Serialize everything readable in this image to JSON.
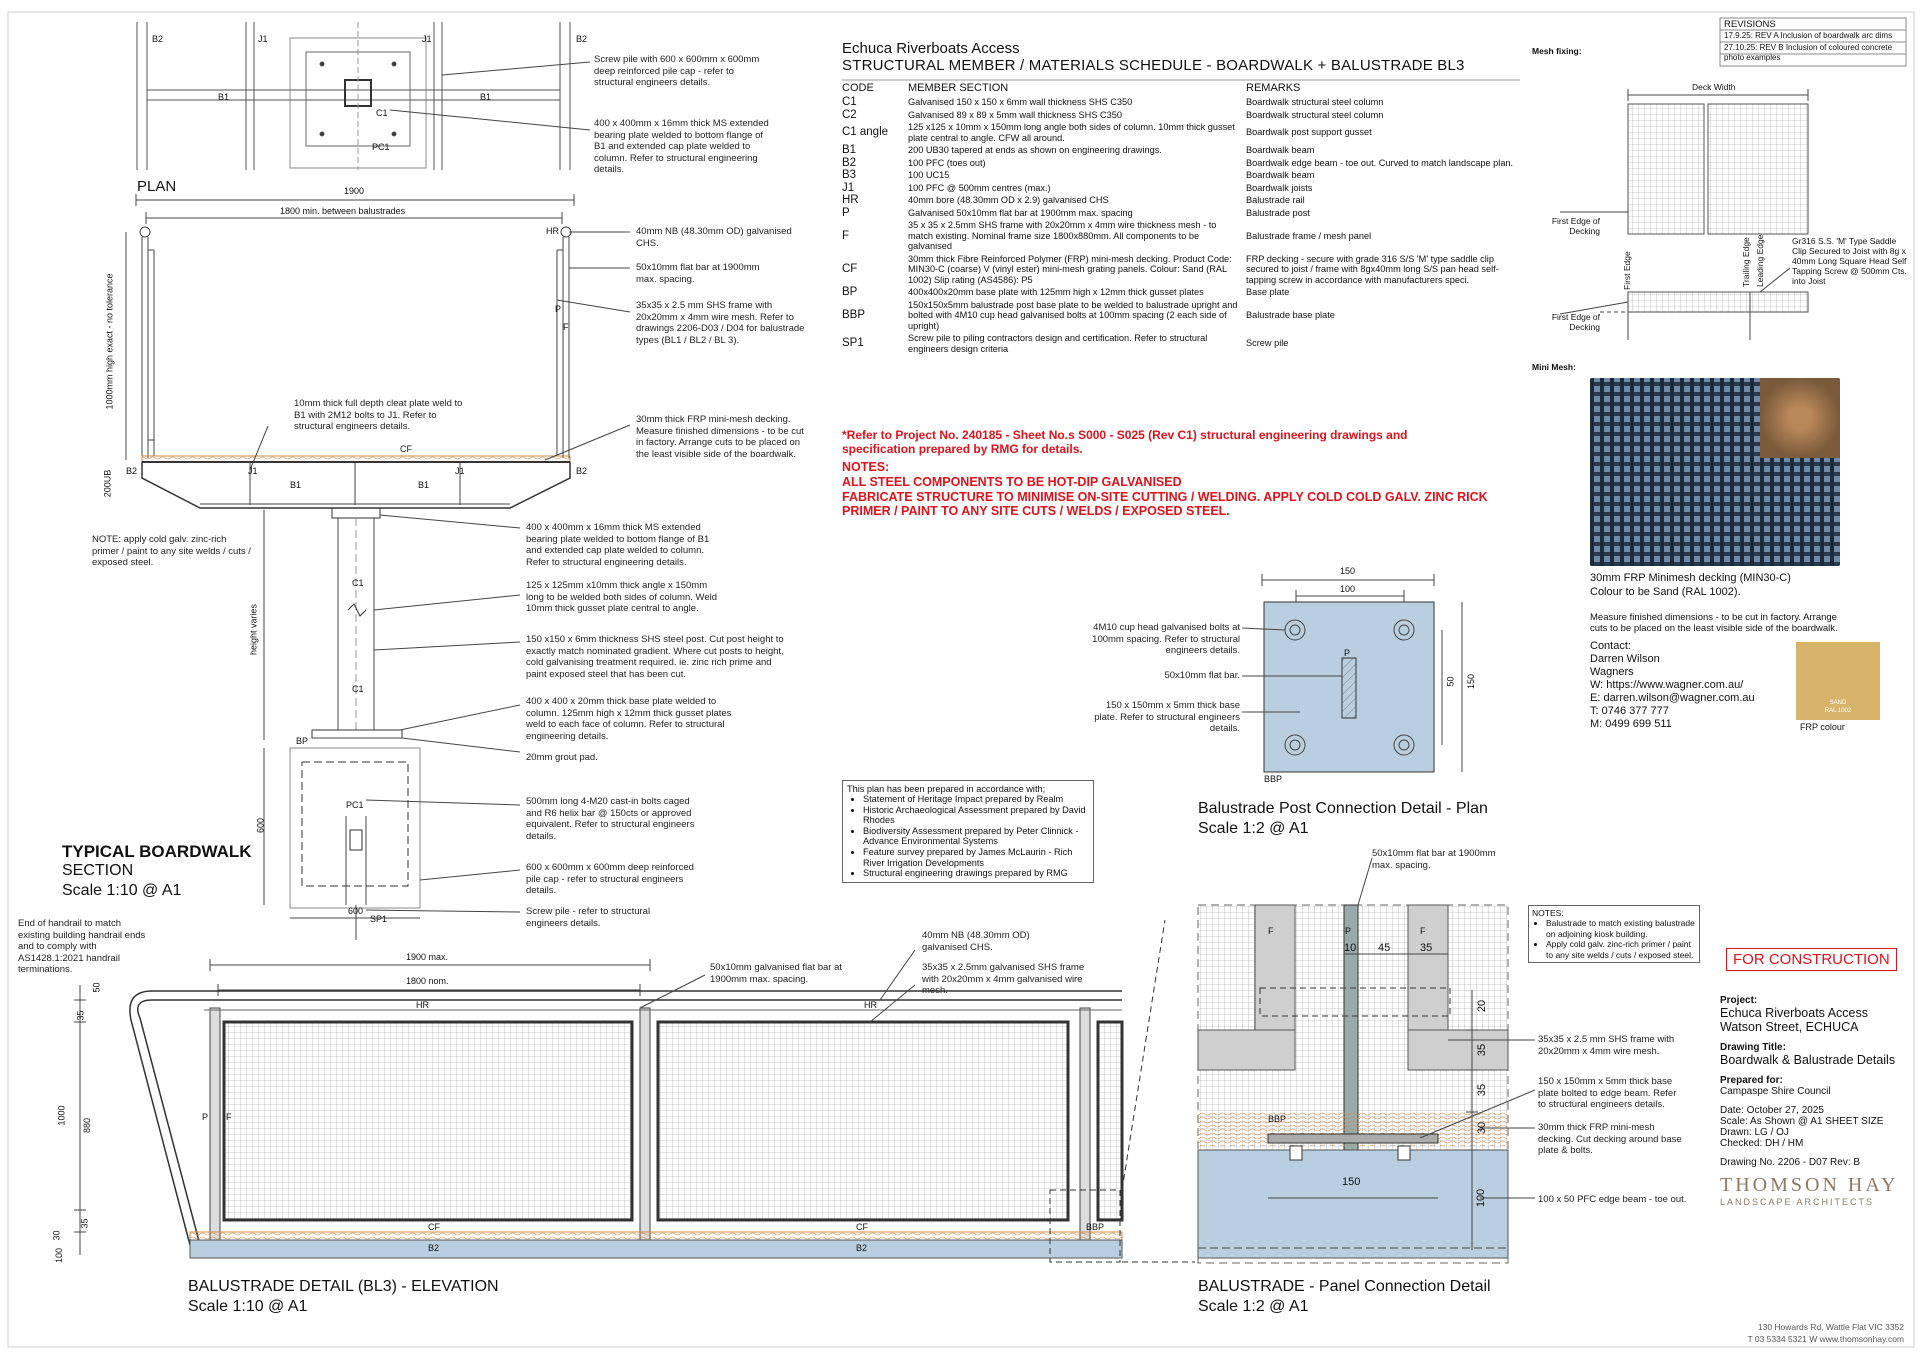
{
  "schedule": {
    "title_line1": "Echuca Riverboats Access",
    "title_line2": "STRUCTURAL MEMBER / MATERIALS SCHEDULE - BOARDWALK + BALUSTRADE BL3",
    "headers": [
      "CODE",
      "MEMBER SECTION",
      "REMARKS"
    ],
    "rows": [
      {
        "code": "C1",
        "section": "Galvanised 150 x 150 x 6mm wall thickness SHS C350",
        "remarks": "Boardwalk structural steel column"
      },
      {
        "code": "C2",
        "section": "Galvanised 89 x 89 x 5mm wall thickness SHS C350",
        "remarks": "Boardwalk structural steel column"
      },
      {
        "code": "C1 angle",
        "section": "125 x125 x 10mm x 150mm long angle both sides of column. 10mm thick gusset plate central to angle. CFW all around.",
        "remarks": "Boardwalk post support gusset"
      },
      {
        "code": "B1",
        "section": "200 UB30 tapered at ends as shown on engineering drawings.",
        "remarks": "Boardwalk beam"
      },
      {
        "code": "B2",
        "section": "100 PFC (toes out)",
        "remarks": "Boardwalk edge beam - toe out. Curved to match landscape plan."
      },
      {
        "code": "B3",
        "section": "100 UC15",
        "remarks": "Boardwalk beam"
      },
      {
        "code": "J1",
        "section": "100 PFC @ 500mm centres (max.)",
        "remarks": "Boardwalk joists"
      },
      {
        "code": "HR",
        "section": "40mm bore (48.30mm OD x 2.9) galvanised CHS",
        "remarks": "Balustrade rail"
      },
      {
        "code": "P",
        "section": "Galvanised 50x10mm flat bar at 1900mm max. spacing",
        "remarks": "Balustrade post"
      },
      {
        "code": "F",
        "section": "35 x 35 x 2.5mm SHS frame with 20x20mm x 4mm wire thickness mesh - to match existing. Nominal frame size 1800x880mm. All components to be galvanised",
        "remarks": "Balustrade frame / mesh panel"
      },
      {
        "code": "CF",
        "section": "30mm thick Fibre Reinforced Polymer (FRP) mini-mesh decking. Product Code: MIN30-C (coarse) V (vinyl ester) mini-mesh grating panels. Colour: Sand (RAL 1002) Slip rating (AS4586): P5",
        "remarks": "FRP decking - secure with grade 316 S/S 'M' type saddle clip secured to joist / frame with 8gx40mm long S/S pan head self-tapping screw in accordance with manufacturers speci."
      },
      {
        "code": "BP",
        "section": "400x400x20mm base plate with 125mm high x 12mm thick gusset plates",
        "remarks": "Base plate"
      },
      {
        "code": "BBP",
        "section": "150x150x5mm balustrade post base plate to be welded to balustrade upright and bolted with 4M10 cup head galvanised bolts at 100mm spacing (2 each side of upright)",
        "remarks": "Balustrade base plate"
      },
      {
        "code": "SP1",
        "section": "Screw pile to piling contractors design and certification. Refer to structural engineers design criteria",
        "remarks": "Screw pile"
      }
    ],
    "refer_note": "*Refer to Project No. 240185 - Sheet No.s S000 - S025 (Rev C1) structural engineering drawings and specification prepared by RMG for details.",
    "notes_title": "NOTES:",
    "notes_line1": "ALL STEEL COMPONENTS TO BE HOT-DIP GALVANISED",
    "notes_line2": "FABRICATE STRUCTURE TO MINIMISE ON-SITE CUTTING / WELDING. APPLY COLD COLD GALV. ZINC RICK PRIMER / PAINT TO ANY SITE CUTS / WELDS / EXPOSED STEEL."
  },
  "revisions": {
    "title": "REVISIONS",
    "items": [
      "17.9.25: REV A Inclusion of boardwalk arc dims",
      "27.10.25: REV B Inclusion of coloured concrete photo examples"
    ]
  },
  "mesh_fixing": {
    "title": "Mesh fixing:",
    "deck_width": "Deck Width",
    "first_edge": "First Edge of Decking",
    "first_edge_v": "First Edge",
    "trailing_edge": "Trailing Edge",
    "leading_edge": "Leading Edge",
    "clip_note": "Gr316 S.S. 'M' Type Saddle Clip Secured to Joist with 8g x 40mm Long Square Head Self Tapping Screw @ 500mm Cts. into Joist",
    "first_edge_2": "First Edge of Decking"
  },
  "mini_mesh": {
    "title": "Mini Mesh:",
    "caption1": "30mm FRP Minimesh decking (MIN30-C)",
    "caption2": "Colour to be Sand (RAL 1002).",
    "caption3": "Measure finished dimensions - to be cut in factory. Arrange cuts to be placed on the least visible side of the boardwalk."
  },
  "contact": {
    "title": "Contact:",
    "name": "Darren Wilson",
    "company": "Wagners",
    "web": "W: https://www.wagner.com.au/",
    "email": "E: darren.wilson@wagner.com.au",
    "tel": "T: 0746 377 777",
    "mob": "M: 0499 699 511",
    "swatch_l1": "SAND",
    "swatch_l2": "RAL 1002",
    "swatch_caption": "FRP colour",
    "swatch_color": "#d8b36a"
  },
  "plan": {
    "label": "PLAN",
    "b2": "B2",
    "j1": "J1",
    "b1": "B1",
    "c1": "C1",
    "pc1": "PC1",
    "note1": "Screw pile with 600 x 600mm x 600mm deep reinforced pile cap - refer to structural engineers details.",
    "note2": "400 x 400mm x 16mm thick MS extended bearing plate welded to bottom flange of B1 and extended cap plate welded to column. Refer to structural engineering details."
  },
  "section": {
    "title": "TYPICAL BOARDWALK",
    "sub1": "SECTION",
    "sub2": "Scale 1:10 @ A1",
    "dim_1900": "1900",
    "dim_1800": "1800 min. between balustrades",
    "dim_1000": "1000mm high exact - no tolerance",
    "dim_200ub": "200UB",
    "dim_height": "height varies",
    "dim_600": "600",
    "dim_600b": "600",
    "hr": "HR",
    "p": "P",
    "f": "F",
    "cf": "CF",
    "j1": "J1",
    "b1": "B1",
    "b2": "B2",
    "c1": "C1",
    "bp": "BP",
    "pc1": "PC1",
    "sp1": "SP1",
    "n1": "40mm NB (48.30mm OD) galvanised CHS.",
    "n2": "50x10mm flat bar at 1900mm max. spacing.",
    "n3": "35x35 x 2.5 mm SHS frame with 20x20mm x 4mm wire mesh. Refer to drawings 2206-D03 / D04 for balustrade types (BL1 / BL2 / BL 3).",
    "n4": "10mm thick full depth cleat plate weld to B1 with 2M12 bolts to J1. Refer to structural engineers details.",
    "n5": "30mm thick FRP mini-mesh decking. Measure finished dimensions - to be cut in factory. Arrange cuts to be placed on the least visible side of the boardwalk.",
    "n6": "400 x 400mm x 16mm thick MS extended bearing plate welded to bottom flange of B1 and extended cap plate welded to column. Refer to structural engineering details.",
    "n7": "125 x 125mm x10mm thick angle x 150mm long to be welded both sides of column. Weld 10mm thick gusset plate central to angle.",
    "n8": "150 x150 x 6mm thickness SHS steel post. Cut post height to exactly match nominated gradient. Where cut posts to height, cold galvanising treatment required. ie. zinc rich prime and paint exposed steel that has been cut.",
    "n9": "400 x 400 x 20mm thick base plate welded to column. 125mm high x 12mm thick gusset plates weld to each face of column. Refer to structural engineering details.",
    "n10": "20mm grout pad.",
    "n11": "500mm long 4-M20 cast-in bolts caged and R6 helix bar @ 150cts or approved equivalent. Refer to structural engineers details.",
    "n12": "600 x 600mm x 600mm deep reinforced pile cap - refer to structural engineers details.",
    "n13": "Screw pile - refer to structural engineers details.",
    "note_left": "NOTE: apply cold galv. zinc-rich primer / paint to any site welds / cuts / exposed steel."
  },
  "compliance": {
    "intro": "This plan has been prepared in accordance with;",
    "items": [
      "Statement of Heritage Impact prepared by Realm",
      "Historic Archaeological Assessment prepared by David Rhodes",
      "Biodiversity Assessment prepared by Peter Clinnick - Advance Environmental Systems",
      "Feature survey prepared by James McLaurin - Rich River Irrigation Developments",
      "Structural engineering drawings prepared by RMG"
    ]
  },
  "post_plan": {
    "title": "Balustrade Post Connection Detail - Plan",
    "scale": "Scale 1:2 @ A1",
    "d150": "150",
    "d100": "100",
    "d50": "50",
    "d150v": "150",
    "p": "P",
    "bbp": "BBP",
    "n1": "4M10 cup head galvanised bolts at 100mm spacing. Refer to structural engineers details.",
    "n2": "50x10mm flat bar.",
    "n3": "150 x 150mm x 5mm thick base plate. Refer to structural engineers details."
  },
  "elevation": {
    "title": "BALUSTRADE DETAIL (BL3) - ELEVATION",
    "scale": "Scale 1:10 @ A1",
    "dim_1900": "1900 max.",
    "dim_1800": "1800 nom.",
    "v50": "50",
    "v35": "35",
    "v1000": "1000",
    "v880": "880",
    "v35b": "35",
    "v30": "30",
    "v100": "100",
    "hr": "HR",
    "hr2": "HR",
    "p": "P",
    "f": "F",
    "cf": "CF",
    "b2": "B2",
    "bbp": "BBP",
    "n_left": "End of handrail to match existing building handrail ends and to comply with AS1428.1:2021 handrail terminations.",
    "n1": "50x10mm galvanised flat bar at 1900mm max. spacing.",
    "n2": "40mm NB (48.30mm OD) galvanised CHS.",
    "n3": "35x35 x 2.5mm galvanised SHS frame with 20x20mm x 4mm galvanised wire mesh."
  },
  "panel": {
    "title": "BALUSTRADE - Panel Connection Detail",
    "scale": "Scale 1:2 @ A1",
    "f": "F",
    "p": "P",
    "bbp": "BBP",
    "d10": "10",
    "d45": "45",
    "d35": "35",
    "d150": "150",
    "v20": "20",
    "v35": "35",
    "v35b": "35",
    "v30": "30",
    "v100": "100",
    "n_top": "50x10mm flat bar at 1900mm max. spacing.",
    "n1": "35x35 x 2.5 mm SHS frame with 20x20mm x 4mm wire mesh.",
    "n2": "150 x 150mm x 5mm thick base plate bolted to edge beam. Refer to structural engineers details.",
    "n3": "30mm thick FRP mini-mesh decking. Cut decking around base plate & bolts.",
    "n4": "100 x 50 PFC edge beam - toe out.",
    "notes_title": "NOTES:",
    "notes": [
      "Balustrade to match existing balustrade on adjoining kiosk building.",
      "Apply cold galv. zinc-rich primer / paint to any site welds / cuts / exposed steel."
    ]
  },
  "title_block": {
    "for_construction": "FOR CONSTRUCTION",
    "project_lbl": "Project:",
    "project1": "Echuca Riverboats Access",
    "project2": "Watson Street, ECHUCA",
    "drawing_lbl": "Drawing Title:",
    "drawing": "Boardwalk & Balustrade Details",
    "prepared_lbl": "Prepared for:",
    "prepared": "Campaspe Shire Council",
    "date": "Date: October 27, 2025",
    "scale": "Scale: As Shown @ A1 SHEET SIZE",
    "drawn": "Drawn: LG / OJ",
    "checked": "Checked: DH / HM",
    "drawing_no": "Drawing No. 2206 - D07 Rev: B",
    "firm1": "THOMSON HAY",
    "firm2": "LANDSCAPE ARCHITECTS",
    "addr": "130 Howards Rd, Wattle Flat VIC 3352",
    "tel": "T 03 5334 5321 W www.thomsonhay.com",
    "accent": "#e0121c"
  }
}
